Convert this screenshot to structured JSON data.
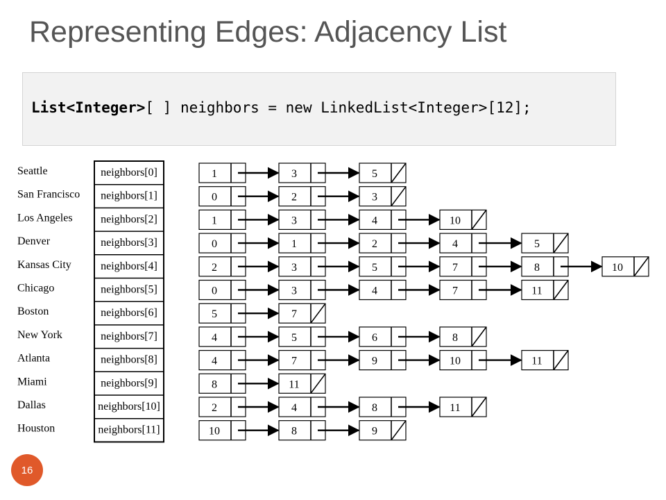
{
  "title": "Representing Edges: Adjacency List",
  "code": {
    "part1": "List<Integer>",
    "part2": "[ ] neighbors = new LinkedList<Integer>[12];"
  },
  "slide_number": "16",
  "cities": [
    "Seattle",
    "San Francisco",
    "Los Angeles",
    "Denver",
    "Kansas City",
    "Chicago",
    "Boston",
    "New York",
    "Atlanta",
    "Miami",
    "Dallas",
    "Houston"
  ],
  "array_labels": [
    "neighbors[0]",
    "neighbors[1]",
    "neighbors[2]",
    "neighbors[3]",
    "neighbors[4]",
    "neighbors[5]",
    "neighbors[6]",
    "neighbors[7]",
    "neighbors[8]",
    "neighbors[9]",
    "neighbors[10]",
    "neighbors[11]"
  ],
  "lists": [
    [
      "1",
      "3",
      "5"
    ],
    [
      "0",
      "2",
      "3"
    ],
    [
      "1",
      "3",
      "4",
      "10"
    ],
    [
      "0",
      "1",
      "2",
      "4",
      "5"
    ],
    [
      "2",
      "3",
      "5",
      "7",
      "8",
      "10"
    ],
    [
      "0",
      "3",
      "4",
      "7",
      "11"
    ],
    [
      "5",
      "7"
    ],
    [
      "4",
      "5",
      "6",
      "8"
    ],
    [
      "4",
      "7",
      "9",
      "10",
      "11"
    ],
    [
      "8",
      "11"
    ],
    [
      "2",
      "4",
      "8",
      "11"
    ],
    [
      "10",
      "8",
      "9"
    ]
  ]
}
